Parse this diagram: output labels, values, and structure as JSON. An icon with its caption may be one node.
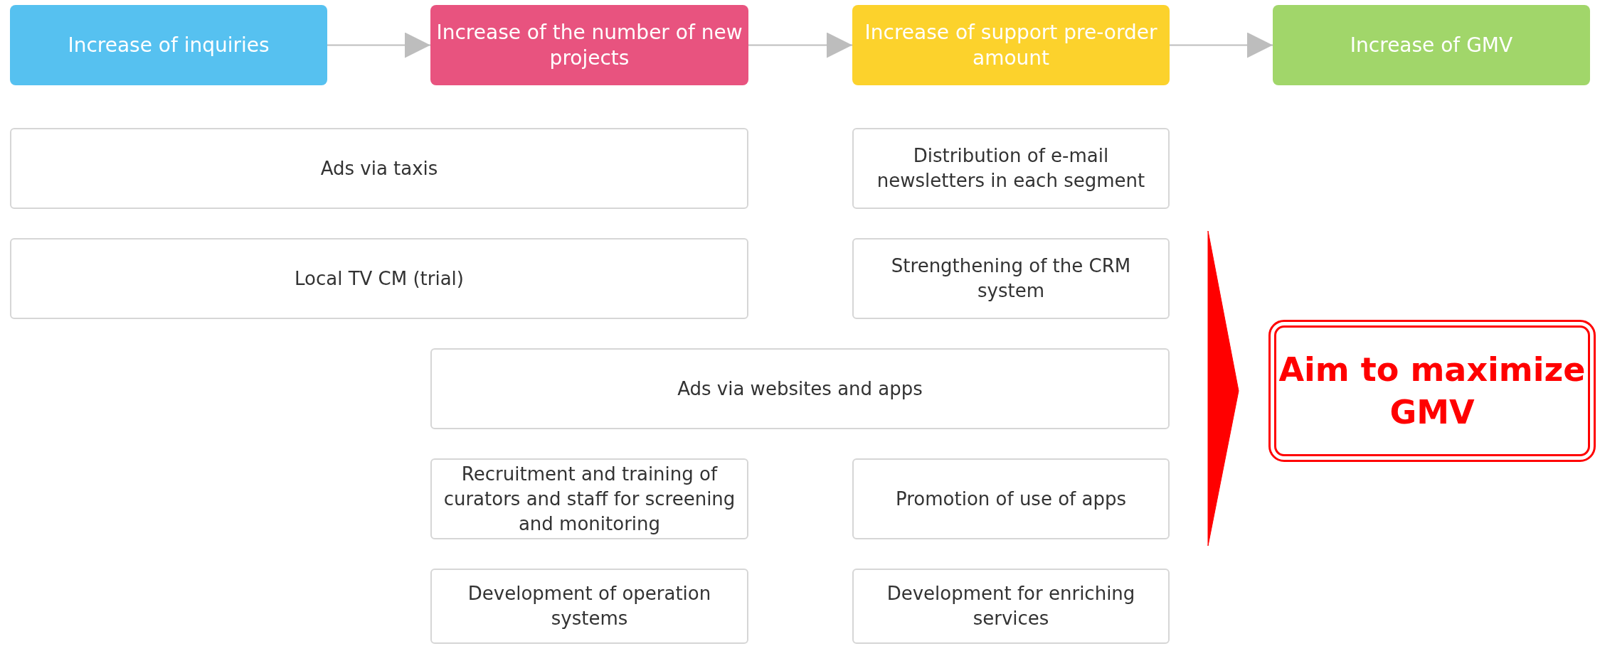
{
  "diagram": {
    "nodes": [
      {
        "text": [
          "Increase of inquiries"
        ]
      },
      {
        "text": [
          "Increase of the number of new projects"
        ]
      },
      {
        "text": [
          "Increase of support pre-order amount"
        ]
      },
      {
        "text": [
          "Increase of GMV"
        ]
      },
      {
        "text": [
          "Ads via taxis"
        ]
      },
      {
        "text": [
          "Distribution of e-mail newsletters in each segment"
        ]
      },
      {
        "text": [
          "Local TV CM (trial)"
        ]
      },
      {
        "text": [
          "Strengthening of the CRM system"
        ]
      },
      {
        "text": [
          "Ads via websites and apps"
        ]
      },
      {
        "text": [
          "Recruitment and training of curators and staff for screening and monitoring"
        ]
      },
      {
        "text": [
          "Promotion of use of apps"
        ]
      },
      {
        "text": [
          "Development of operation systems"
        ]
      },
      {
        "text": [
          "Development for enriching services"
        ]
      },
      {
        "text": [
          "Aim to maximize GMV"
        ]
      }
    ],
    "edges": [
      {
        "from": 0,
        "to": 1,
        "arrow": "to"
      },
      {
        "from": 1,
        "to": 2,
        "arrow": "to"
      },
      {
        "from": 2,
        "to": 3,
        "arrow": "to"
      },
      {
        "from": null,
        "to": 13,
        "arrow": "to",
        "color": "#ff0000"
      }
    ]
  }
}
